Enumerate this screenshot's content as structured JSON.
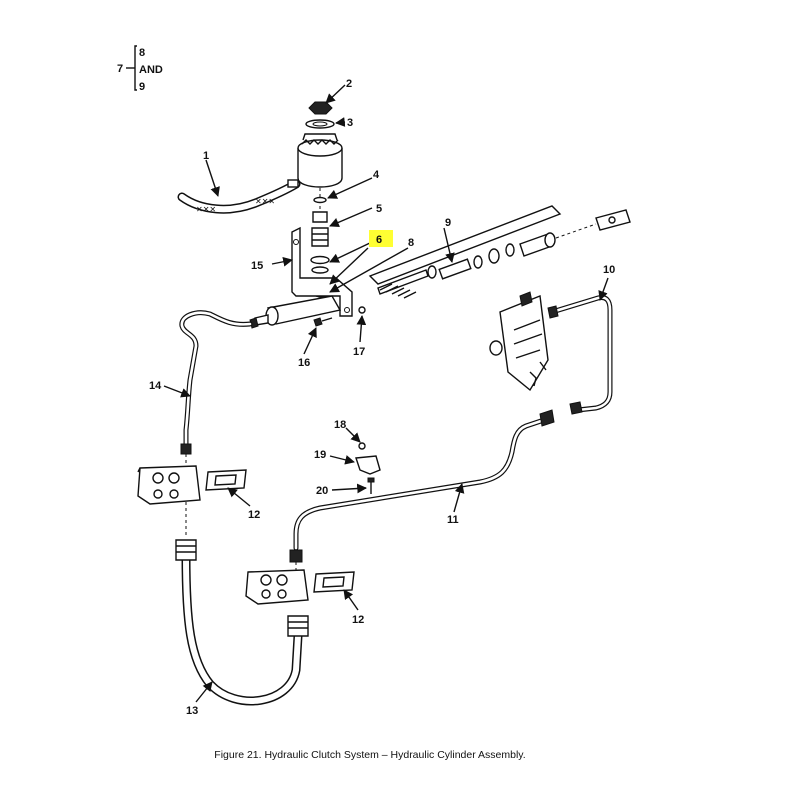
{
  "ref_block": {
    "lead": "7",
    "items": [
      "8",
      "AND",
      "9"
    ]
  },
  "callouts": {
    "c1": "1",
    "c2": "2",
    "c3": "3",
    "c4": "4",
    "c5": "5",
    "c6": "6",
    "c8": "8",
    "c9": "9",
    "c10": "10",
    "c11": "11",
    "c12a": "12",
    "c12b": "12",
    "c13": "13",
    "c14": "14",
    "c15": "15",
    "c16": "16",
    "c17": "17",
    "c18": "18",
    "c19": "19",
    "c20": "20"
  },
  "highlight_color": "#ffff33",
  "caption": "Figure 21.  Hydraulic Clutch System – Hydraulic Cylinder Assembly."
}
